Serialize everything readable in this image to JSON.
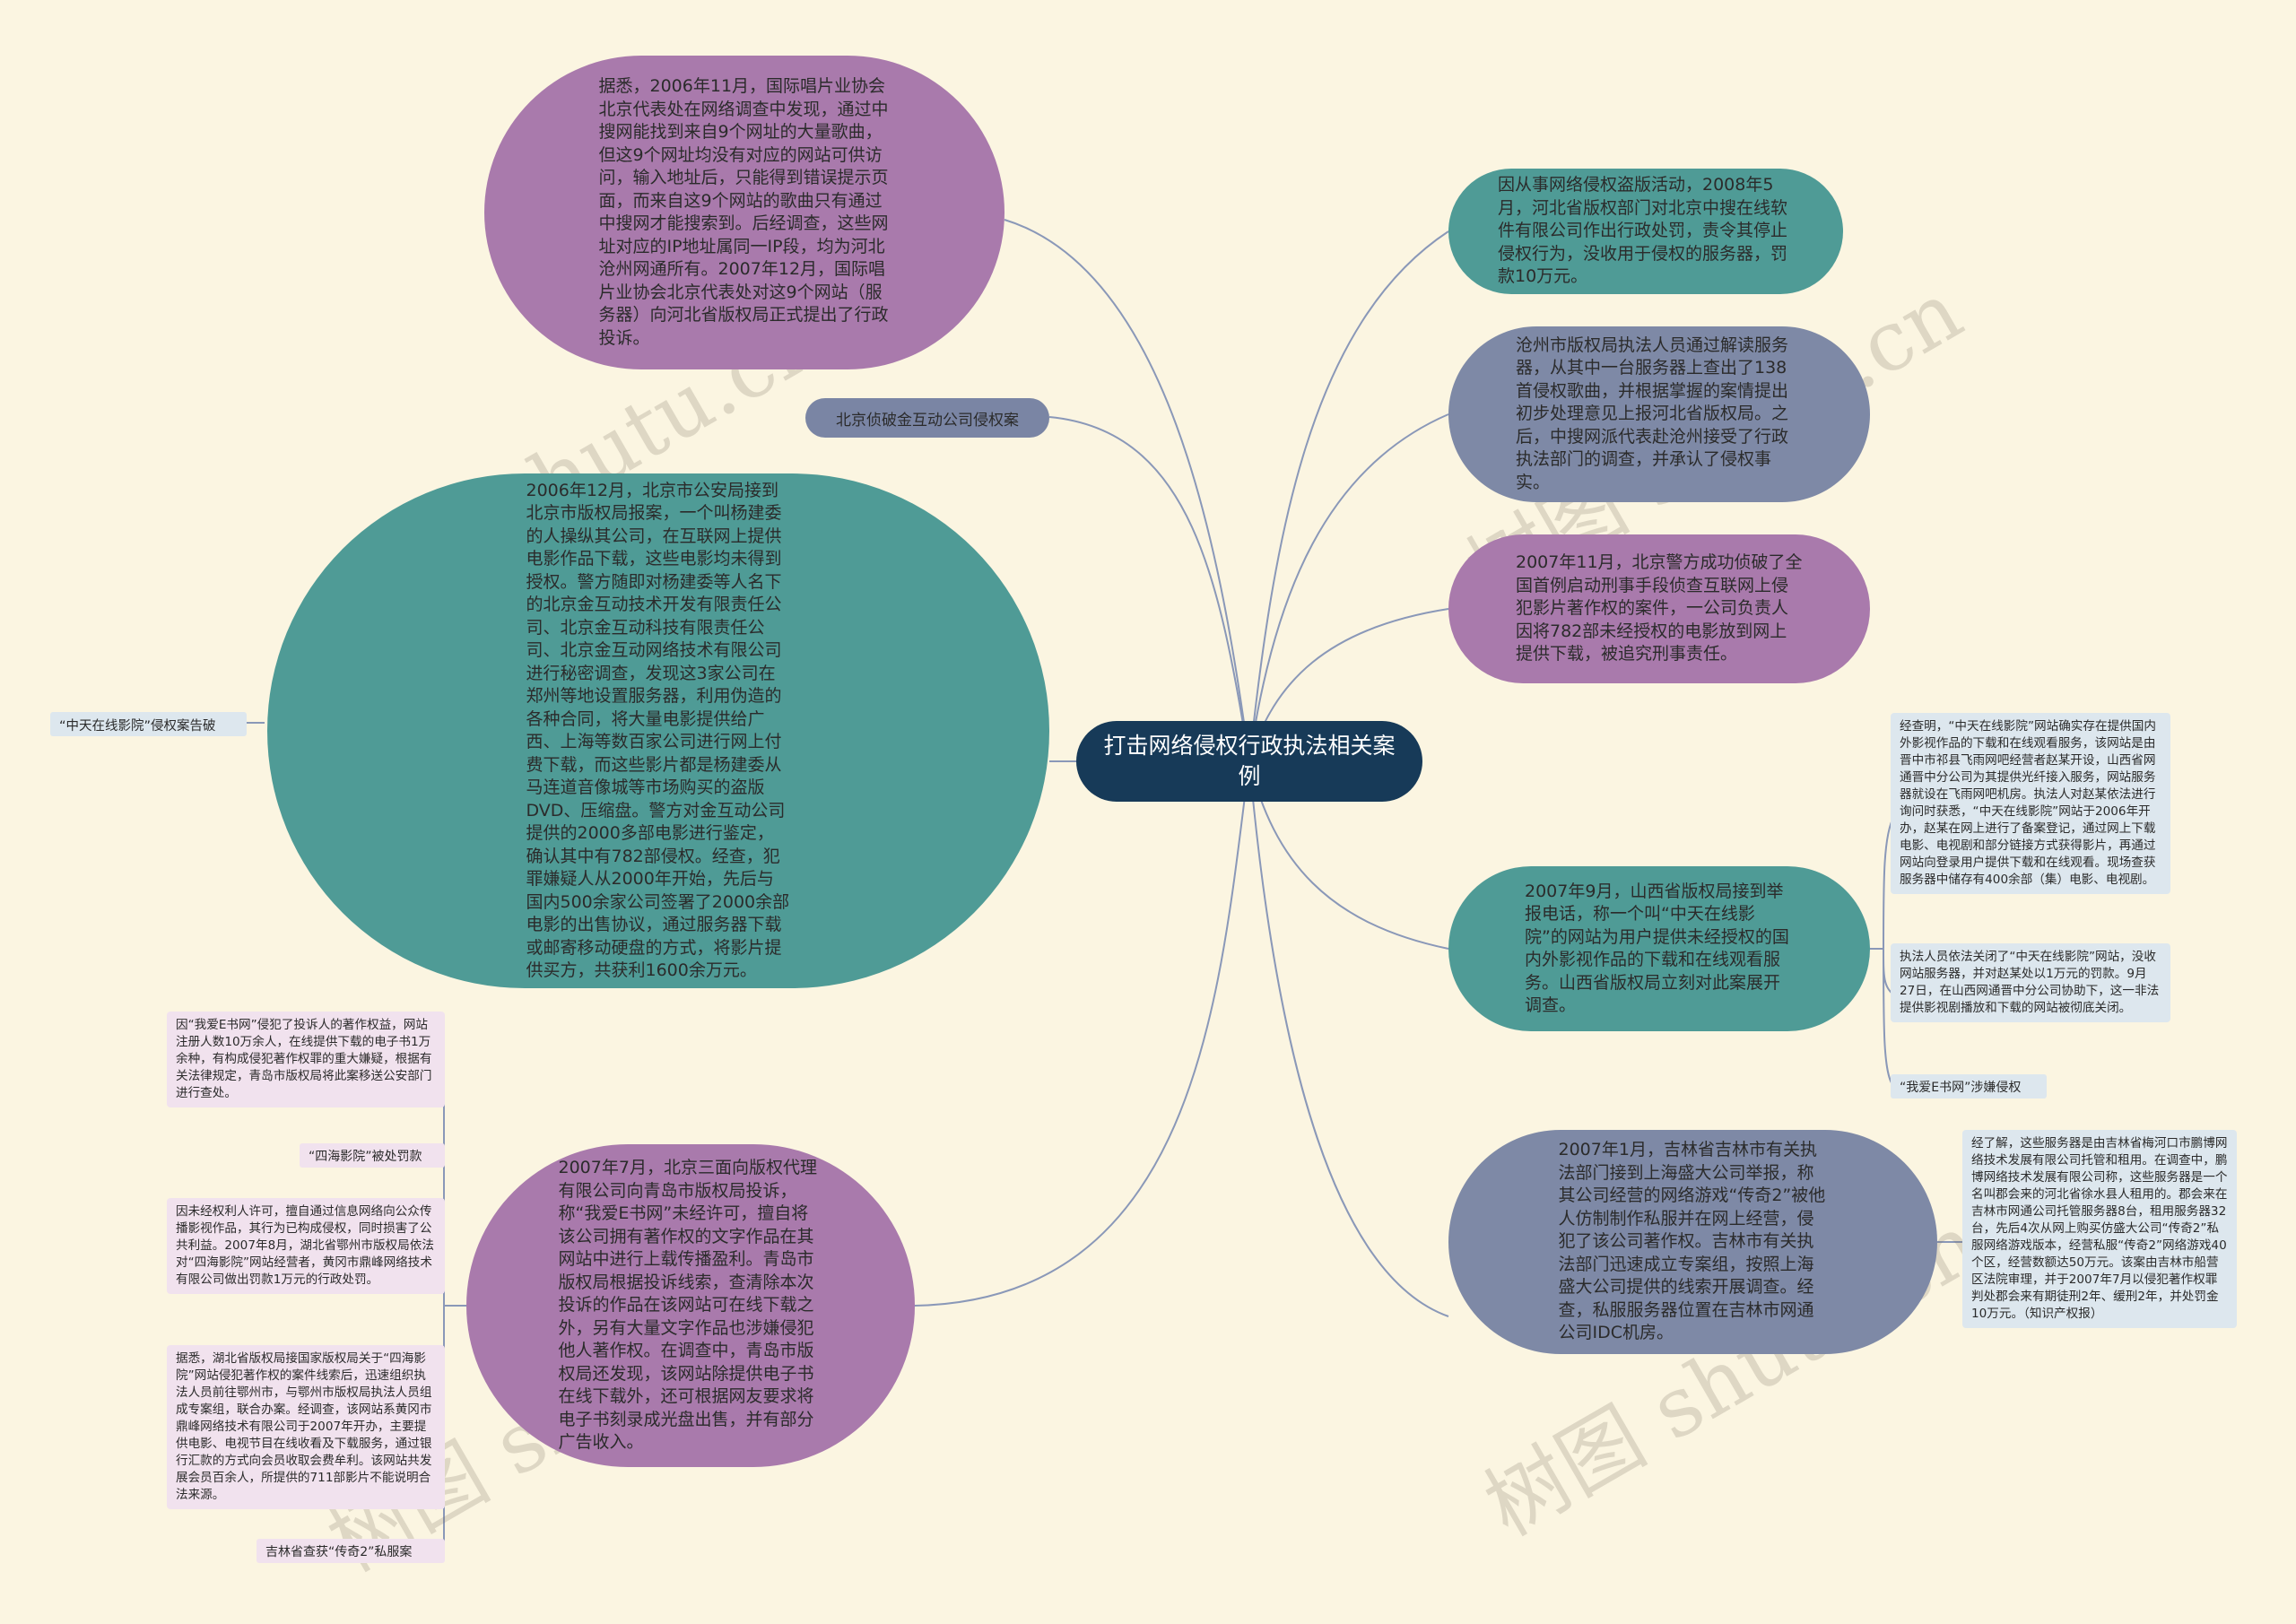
{
  "center": "打击网络侵权行政执法相关案例",
  "watermark": "树图 shutu.cn",
  "left": {
    "n1": "据悉，2006年11月，国际唱片业协会北京代表处在网络调查中发现，通过中搜网能找到来自9个网址的大量歌曲，但这9个网址均没有对应的网站可供访问，输入地址后，只能得到错误提示页面，而来自这9个网站的歌曲只有通过中搜网才能搜索到。后经调查，这些网址对应的IP地址属同一IP段，均为河北沧州网通所有。2007年12月，国际唱片业协会北京代表处对这9个网站（服务器）向河北省版权局正式提出了行政投诉。",
    "n2": "北京侦破金互动公司侵权案",
    "n3": "2006年12月，北京市公安局接到北京市版权局报案，一个叫杨建委的人操纵其公司，在互联网上提供电影作品下载，这些电影均未得到授权。警方随即对杨建委等人名下的北京金互动技术开发有限责任公司、北京金互动科技有限责任公司、北京金互动网络技术有限公司进行秘密调查，发现这3家公司在郑州等地设置服务器，利用伪造的各种合同，将大量电影提供给广西、上海等数百家公司进行网上付费下载，而这些影片都是杨建委从马连道音像城等市场购买的盗版DVD、压缩盘。警方对金互动公司提供的2000多部电影进行鉴定，确认其中有782部侵权。经查，犯罪嫌疑人从2000年开始，先后与国内500余家公司签署了2000余部电影的出售协议，通过服务器下载或邮寄移动硬盘的方式，将影片提供买方，共获利1600余万元。",
    "n4": "“中天在线影院”侵权案告破",
    "n5": "2007年7月，北京三面向版权代理有限公司向青岛市版权局投诉，称“我爱E书网”未经许可，擅自将该公司拥有著作权的文字作品在其网站中进行上载传播盈利。青岛市版权局根据投诉线索，查清除本次投诉的作品在该网站可在线下载之外，另有大量文字作品也涉嫌侵犯他人著作权。在调查中，青岛市版权局还发现，该网站除提供电子书在线下载外，还可根据网友要求将电子书刻录成光盘出售，并有部分广告收入。",
    "c1": "因“我爱E书网”侵犯了投诉人的著作权益，网站注册人数10万余人，在线提供下载的电子书1万余种，有构成侵犯著作权罪的重大嫌疑，根据有关法律规定，青岛市版权局将此案移送公安部门进行查处。",
    "c2": "“四海影院”被处罚款",
    "c3": "因未经权利人许可，擅自通过信息网络向公众传播影视作品，其行为已构成侵权，同时损害了公共利益。2007年8月，湖北省鄂州市版权局依法对“四海影院”网站经营者，黄冈市鼎峰网络技术有限公司做出罚款1万元的行政处罚。",
    "c4": "据悉，湖北省版权局接国家版权局关于“四海影院”网站侵犯著作权的案件线索后，迅速组织执法人员前往鄂州市，与鄂州市版权局执法人员组成专案组，联合办案。经调查，该网站系黄冈市鼎峰网络技术有限公司于2007年开办，主要提供电影、电视节目在线收看及下载服务，通过银行汇款的方式向会员收取会费牟利。该网站共发展会员百余人，所提供的711部影片不能说明合法来源。",
    "c5": "吉林省查获“传奇2”私服案"
  },
  "right": {
    "r1": "因从事网络侵权盗版活动，2008年5月，河北省版权部门对北京中搜在线软件有限公司作出行政处罚，责令其停止侵权行为，没收用于侵权的服务器，罚款10万元。",
    "r2": "沧州市版权局执法人员通过解读服务器，从其中一台服务器上查出了138首侵权歌曲，并根据掌握的案情提出初步处理意见上报河北省版权局。之后，中搜网派代表赴沧州接受了行政执法部门的调查，并承认了侵权事实。",
    "r3": "2007年11月，北京警方成功侦破了全国首例启动刑事手段侦查互联网上侵犯影片著作权的案件，一公司负责人因将782部未经授权的电影放到网上提供下载，被追究刑事责任。",
    "r4": "2007年9月，山西省版权局接到举报电话，称一个叫“中天在线影院”的网站为用户提供未经授权的国内外影视作品的下载和在线观看服务。山西省版权局立刻对此案展开调查。",
    "r5": "2007年1月，吉林省吉林市有关执法部门接到上海盛大公司举报，称其公司经营的网络游戏“传奇2”被他人仿制制作私服并在网上经营，侵犯了该公司著作权。吉林市有关执法部门迅速成立专案组，按照上海盛大公司提供的线索开展调查。经查，私服服务器位置在吉林市网通公司IDC机房。",
    "d1": "经查明，“中天在线影院”网站确实存在提供国内外影视作品的下载和在线观看服务，该网站是由晋中市祁县飞雨网吧经营者赵某开设，山西省网通晋中分公司为其提供光纤接入服务，网站服务器就设在飞雨网吧机房。执法人对赵某依法进行询问时获悉，“中天在线影院”网站于2006年开办，赵某在网上进行了备案登记，通过网上下载电影、电视剧和部分链接方式获得影片，再通过网站向登录用户提供下载和在线观看。现场查获服务器中储存有400余部（集）电影、电视剧。",
    "d2": "执法人员依法关闭了“中天在线影院”网站，没收网站服务器，并对赵某处以1万元的罚款。9月27日，在山西网通晋中分公司协助下，这一非法提供影视剧播放和下载的网站被彻底关闭。",
    "d3": "“我爱E书网”涉嫌侵权",
    "d4": "经了解，这些服务器是由吉林省梅河口市鹏博网络技术发展有限公司托管和租用。在调查中，鹏博网络技术发展有限公司称，这些服务器是一个名叫郡会来的河北省徐水县人租用的。郡会来在吉林市网通公司托管服务器8台，租用服务器32台，先后4次从网上购买仿盛大公司“传奇2”私服网络游戏版本，经营私服“传奇2”网络游戏40个区，经营数额达50万元。该案由吉林市船营区法院审理，并于2007年7月以侵犯著作权罪判处郡会来有期徒刑2年、缓刑2年，并处罚金10万元。（知识产权报）"
  },
  "colors": {
    "purple": "#a97aac",
    "teal": "#4f9b96",
    "slate": "#7a85a4",
    "center": "#173a58",
    "background": "#fbf5e1",
    "line": "#8a98b8"
  }
}
